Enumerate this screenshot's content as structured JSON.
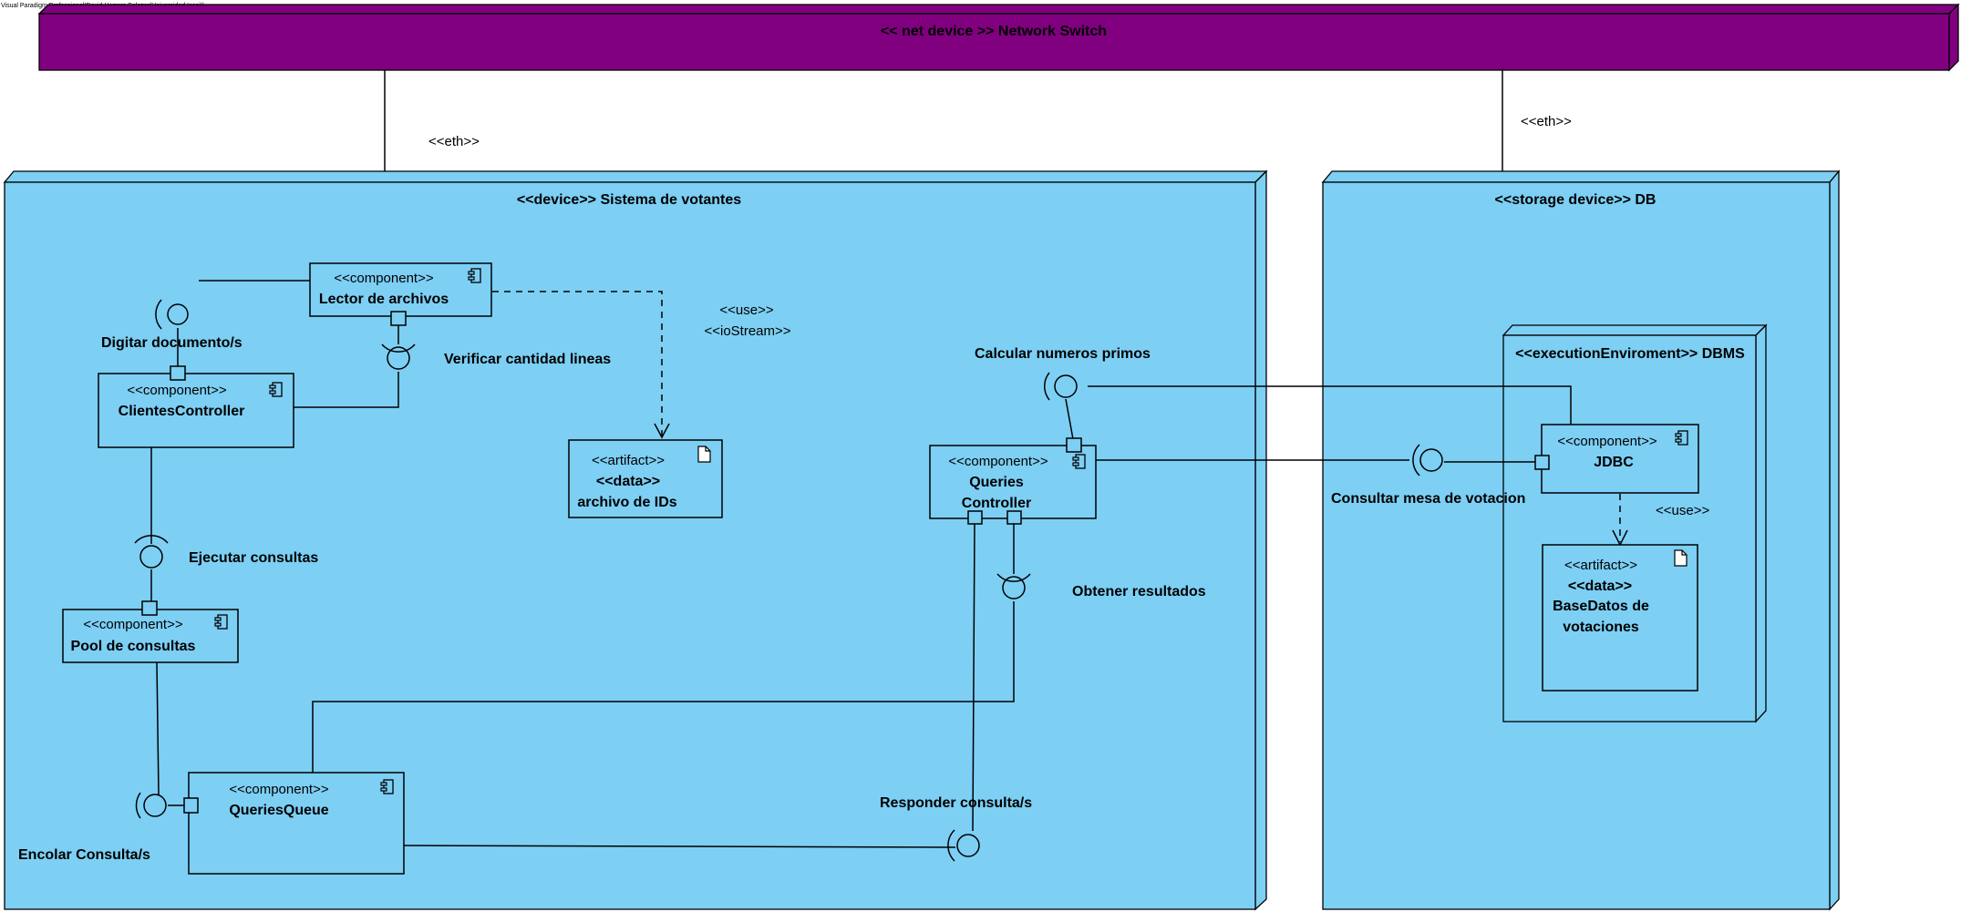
{
  "watermark": "Visual Paradigm Professional(David Herrera Salazar(Universidad Icesi))",
  "colors": {
    "node_fill": "#7dcff4",
    "switch_fill": "#800080",
    "line": "#000000"
  },
  "switch": {
    "title": "<< net device >> Network Switch"
  },
  "links": {
    "eth_left": "<<eth>>",
    "eth_right": "<<eth>>"
  },
  "device_votantes": {
    "title": "<<device>> Sistema de votantes",
    "lector": {
      "stereotype": "<<component>>",
      "name": "Lector de archivos"
    },
    "clientes": {
      "stereotype": "<<component>>",
      "name": "ClientesController"
    },
    "pool": {
      "stereotype": "<<component>>",
      "name": "Pool de consultas"
    },
    "queue": {
      "stereotype": "<<component>>",
      "name": "QueriesQueue"
    },
    "queries_ctrl": {
      "stereotype": "<<component>>",
      "name_line1": "Queries",
      "name_line2": "Controller"
    },
    "artifact_ids": {
      "stereotype": "<<artifact>>",
      "data": "<<data>>",
      "name": "archivo de IDs"
    },
    "use_label": "<<use>>",
    "iostream_label": "<<ioStream>>",
    "interfaces": {
      "digitar": "Digitar documento/s",
      "verificar": "Verificar cantidad lineas",
      "ejecutar": "Ejecutar consultas",
      "encolar": "Encolar Consulta/s",
      "calcular": "Calcular numeros primos",
      "obtener": "Obtener resultados",
      "responder": "Responder consulta/s",
      "consultar": "Consultar mesa de votacion"
    }
  },
  "storage_db": {
    "title": "<<storage device>> DB",
    "dbms": {
      "title": "<<executionEnviroment>> DBMS"
    },
    "jdbc": {
      "stereotype": "<<component>>",
      "name": "JDBC"
    },
    "use_label": "<<use>>",
    "artifact_bd": {
      "stereotype": "<<artifact>>",
      "data": "<<data>>",
      "name_line1": "BaseDatos de",
      "name_line2": "votaciones"
    }
  }
}
